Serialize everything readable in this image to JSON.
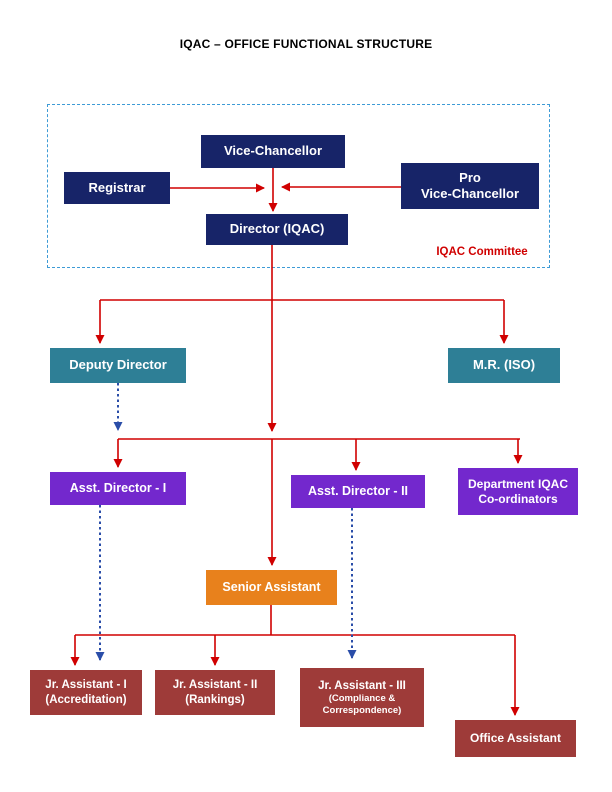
{
  "title": "IQAC – OFFICE FUNCTIONAL STRUCTURE",
  "committee_label": "IQAC Committee",
  "nodes": {
    "vice_chancellor": {
      "label": "Vice-Chancellor"
    },
    "registrar": {
      "label": "Registrar"
    },
    "pro_vice_chancellor": {
      "label": "Pro\nVice-Chancellor"
    },
    "director_iqac": {
      "label": "Director (IQAC)"
    },
    "deputy_director": {
      "label": "Deputy Director"
    },
    "mr_iso": {
      "label": "M.R. (ISO)"
    },
    "asst_director_1": {
      "label": "Asst. Director - I"
    },
    "asst_director_2": {
      "label": "Asst. Director - II"
    },
    "dept_iqac_coordinators": {
      "label": "Department IQAC\nCo-ordinators"
    },
    "senior_assistant": {
      "label": "Senior Assistant"
    },
    "jr_assistant_1": {
      "label": "Jr. Assistant - I\n(Accreditation)"
    },
    "jr_assistant_2": {
      "label": "Jr. Assistant - II\n(Rankings)"
    },
    "jr_assistant_3": {
      "label": "Jr. Assistant - III",
      "subline": "(Compliance &\nCorrespondence)"
    },
    "office_assistant": {
      "label": "Office Assistant"
    }
  },
  "edges": [
    {
      "from": "vice_chancellor",
      "to": "director_iqac",
      "style": "solid"
    },
    {
      "from": "registrar",
      "to": "director_iqac",
      "style": "solid"
    },
    {
      "from": "pro_vice_chancellor",
      "to": "director_iqac",
      "style": "solid"
    },
    {
      "from": "director_iqac",
      "to": "deputy_director",
      "style": "solid"
    },
    {
      "from": "director_iqac",
      "to": "mr_iso",
      "style": "solid"
    },
    {
      "from": "director_iqac",
      "to": "asst_director_1",
      "style": "solid"
    },
    {
      "from": "director_iqac",
      "to": "asst_director_2",
      "style": "solid"
    },
    {
      "from": "director_iqac",
      "to": "dept_iqac_coordinators",
      "style": "solid"
    },
    {
      "from": "director_iqac",
      "to": "senior_assistant",
      "style": "solid"
    },
    {
      "from": "deputy_director",
      "to": "asst_director_1",
      "style": "dotted"
    },
    {
      "from": "asst_director_1",
      "to": "jr_assistant_1",
      "style": "dotted"
    },
    {
      "from": "asst_director_2",
      "to": "jr_assistant_3",
      "style": "dotted"
    },
    {
      "from": "senior_assistant",
      "to": "jr_assistant_1",
      "style": "solid"
    },
    {
      "from": "senior_assistant",
      "to": "jr_assistant_2",
      "style": "solid"
    },
    {
      "from": "senior_assistant",
      "to": "office_assistant",
      "style": "solid"
    }
  ],
  "colors": {
    "navy": "#172468",
    "teal": "#2e7f96",
    "purple": "#7328cd",
    "orange": "#e8811c",
    "maroon": "#9e3b39",
    "red": "#d00000",
    "dashed-border": "#3e9bd6",
    "dotted-blue": "#2a4da8"
  }
}
